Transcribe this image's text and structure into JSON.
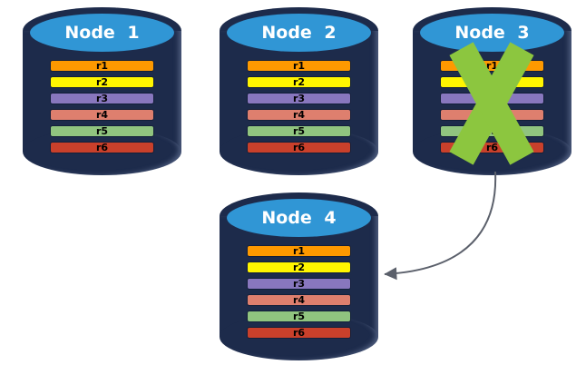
{
  "nodes": [
    {
      "label": "Node 1",
      "records": [
        "r1",
        "r2",
        "r3",
        "r4",
        "r5",
        "r6"
      ],
      "crossed_out": false
    },
    {
      "label": "Node 2",
      "records": [
        "r1",
        "r2",
        "r3",
        "r4",
        "r5",
        "r6"
      ],
      "crossed_out": false
    },
    {
      "label": "Node 3",
      "records": [
        "r1",
        "r2",
        "r3",
        "r4",
        "r5",
        "r6"
      ],
      "crossed_out": true
    },
    {
      "label": "Node 4",
      "records": [
        "r1",
        "r2",
        "r3",
        "r4",
        "r5",
        "r6"
      ],
      "crossed_out": false
    }
  ],
  "record_colors": [
    "#FE9900",
    "#FFF500",
    "#8877BE",
    "#DE7F6E",
    "#90C47F",
    "#C9402B"
  ],
  "colors": {
    "background": "#FFFFFF",
    "cylinder_body": "#1D2B4B",
    "cylinder_top_face": "#3096D5",
    "node_label_text": "#FFFFFF",
    "record_text": "#000000",
    "record_border": "#131F39",
    "failure_cross": "#8CC63F",
    "arrow": "#5B606B"
  },
  "arrow": {
    "from": "Node 3",
    "to": "Node 4"
  }
}
